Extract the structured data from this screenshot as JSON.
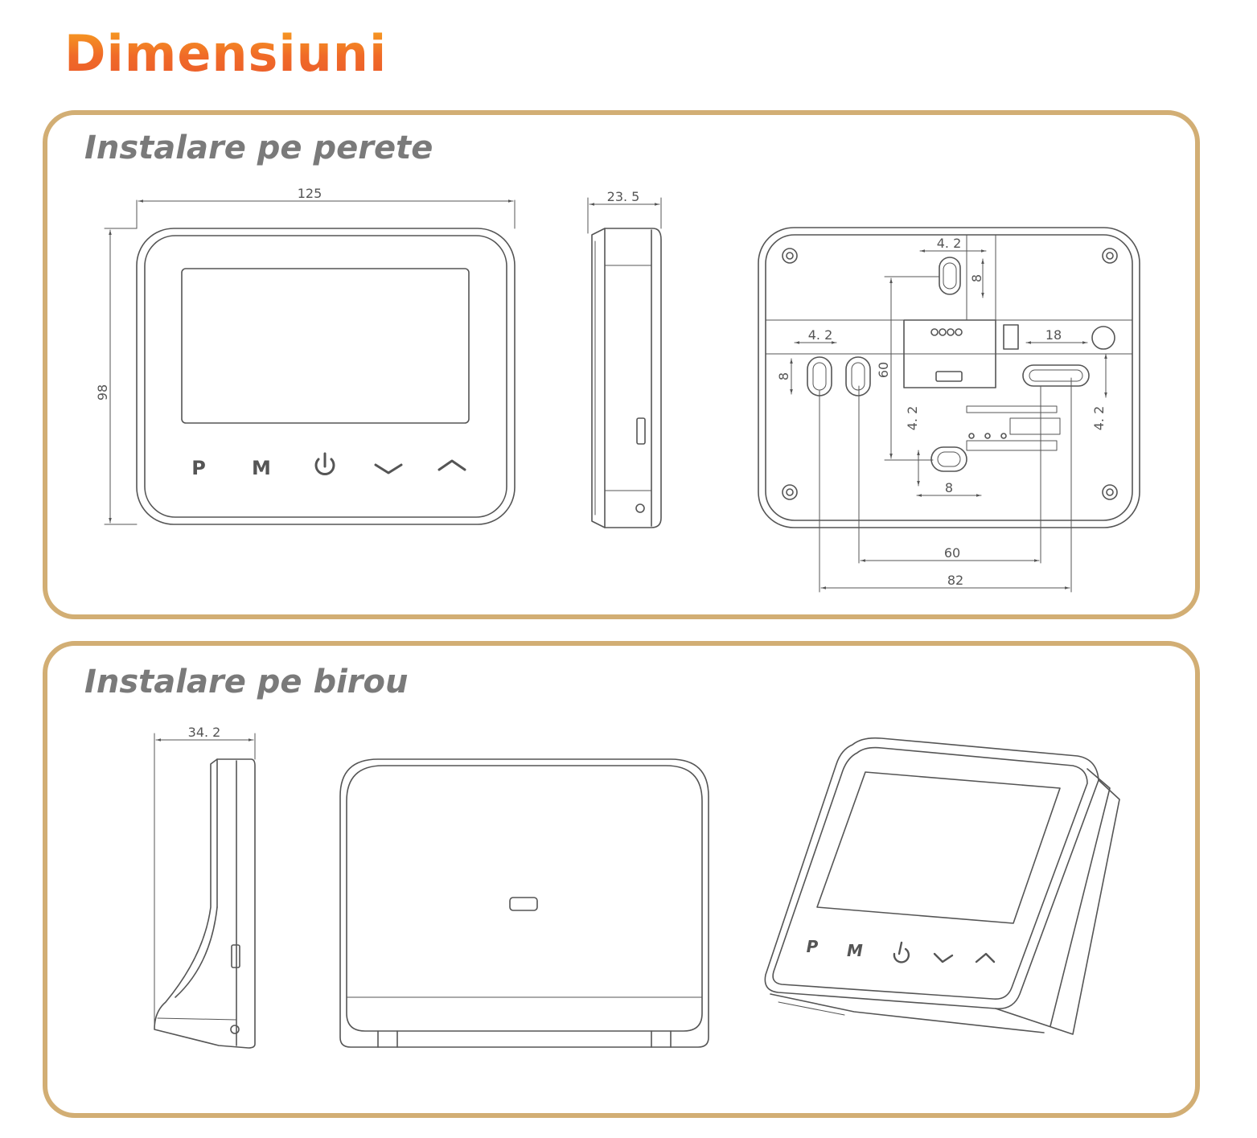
{
  "page": {
    "title": "Dimensiuni"
  },
  "wall_panel": {
    "heading": "Instalare pe perete",
    "front_view": {
      "width": "125",
      "height": "98",
      "keys": [
        {
          "label": "P"
        },
        {
          "label": "M"
        },
        {
          "label": "",
          "icon": "power-icon"
        },
        {
          "label": "",
          "icon": "chevron-down-icon"
        },
        {
          "label": "",
          "icon": "chevron-up-icon"
        }
      ]
    },
    "side_view": {
      "depth": "23. 5"
    },
    "back_view": {
      "top_slot_width": "4. 2",
      "top_slot_height": "8",
      "left_slot_width": "4. 2",
      "left_slot_height": "8",
      "vertical_spacing": "60",
      "bottom_slot_width": "4. 2",
      "bottom_slot_height": "8",
      "right_slot_width": "18",
      "right_slot_height": "4. 2",
      "horizontal_spacing_inner": "60",
      "horizontal_spacing_outer": "82"
    }
  },
  "desk_panel": {
    "heading": "Instalare pe birou",
    "side_view": {
      "depth": "34. 2"
    },
    "perspective_keys": [
      {
        "label": "P"
      },
      {
        "label": "M"
      },
      {
        "label": "",
        "icon": "power-icon"
      },
      {
        "label": "",
        "icon": "chevron-down-icon"
      },
      {
        "label": "",
        "icon": "chevron-up-icon"
      }
    ],
    "colors": {
      "frame": "#d2ae74",
      "title_top": "#f7a520",
      "title_bottom": "#ea5a2b",
      "line": "#555555"
    }
  }
}
